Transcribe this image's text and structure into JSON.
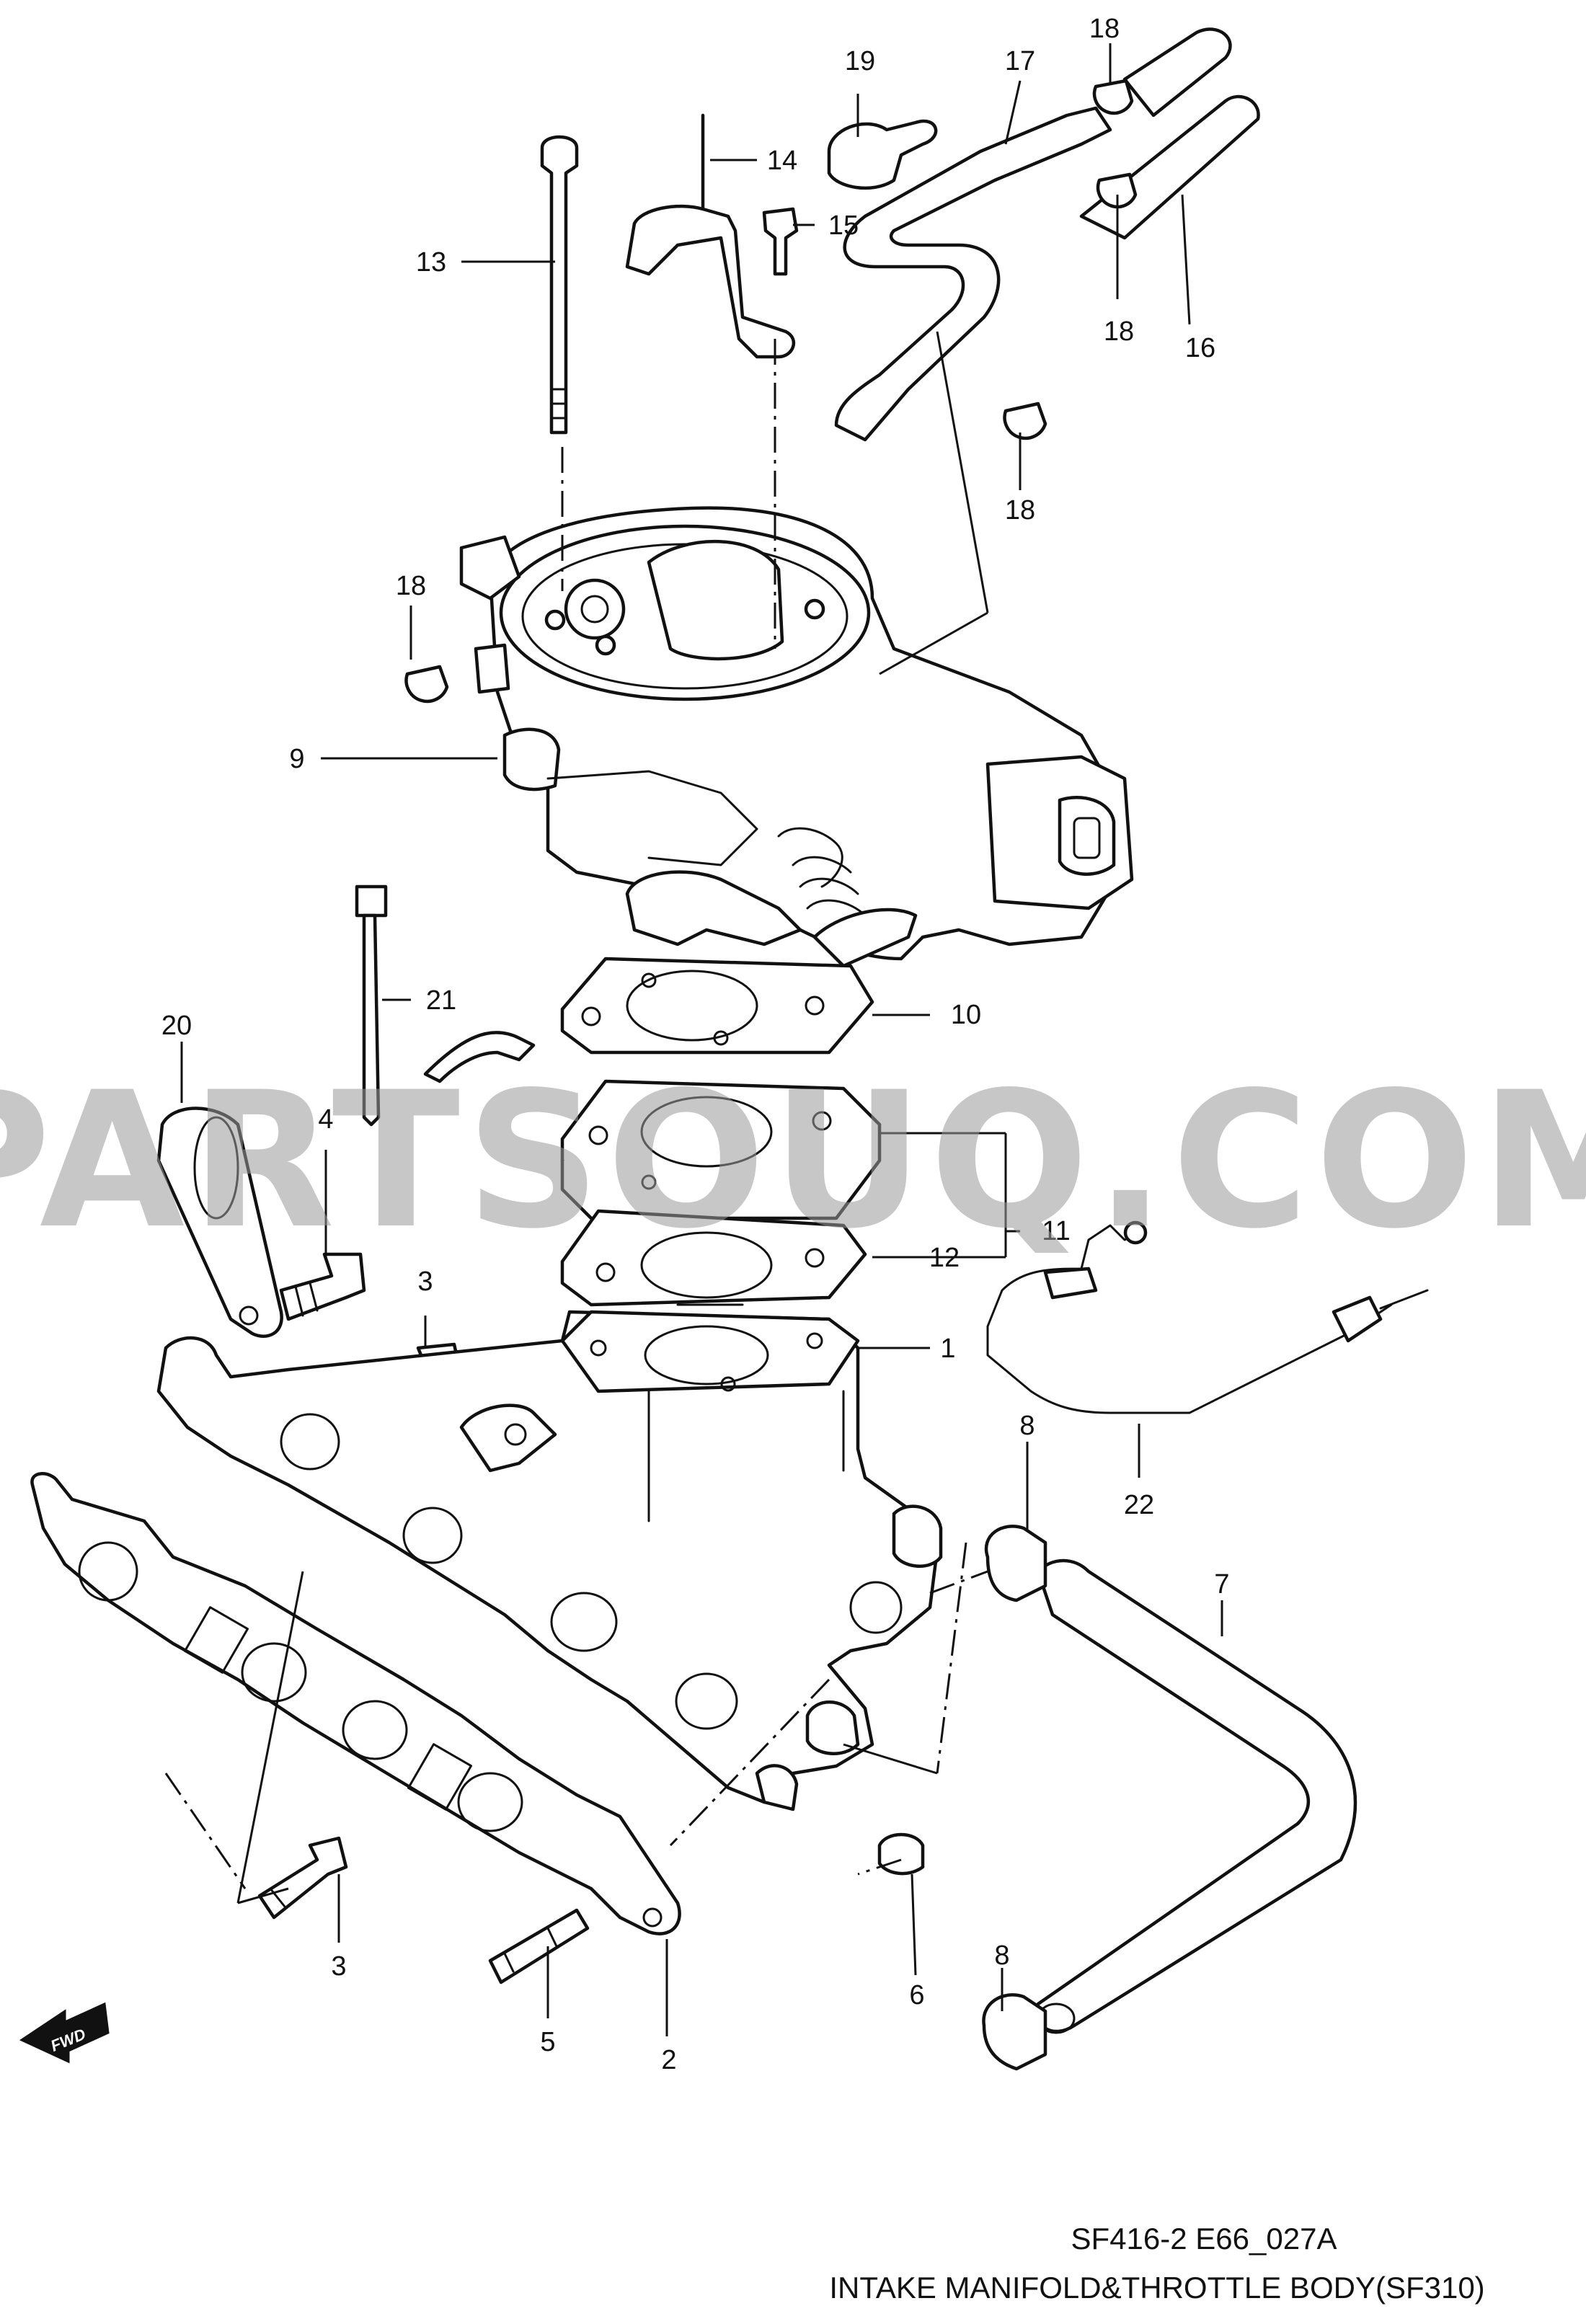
{
  "watermark": "PARTSOUQ.COM",
  "diagram_code": "SF416-2 E66_027A",
  "diagram_title": "INTAKE MANIFOLD&THROTTLE BODY(SF310)",
  "fwd_label": "FWD",
  "callouts": {
    "c1": "1",
    "c2": "2",
    "c3a": "3",
    "c3b": "3",
    "c4": "4",
    "c5": "5",
    "c6": "6",
    "c7": "7",
    "c8a": "8",
    "c8b": "8",
    "c9": "9",
    "c10": "10",
    "c11": "11",
    "c12": "12",
    "c13": "13",
    "c14": "14",
    "c15": "15",
    "c16": "16",
    "c17": "17",
    "c18a": "18",
    "c18b": "18",
    "c18c": "18",
    "c18d": "18",
    "c19": "19",
    "c20": "20",
    "c21": "21",
    "c22": "22"
  }
}
